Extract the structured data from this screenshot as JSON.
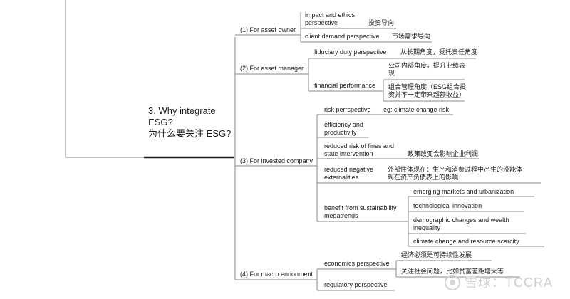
{
  "root": {
    "line1": "3. Why integrate ESG?",
    "line2": "为什么要关注 ESG?"
  },
  "branches": {
    "asset_owner": {
      "label": "(1) For asset owner",
      "impact_ethics": {
        "line1": "impact and ethics",
        "line2": "perspective",
        "note": "投资导向"
      },
      "client_demand": {
        "label": "client demand perspective",
        "note": "市场需求导向"
      }
    },
    "asset_manager": {
      "label": "(2) For asset manager",
      "fiduciary": {
        "label": "fiduciary duty perspective",
        "note": "从长期角度，受托责任角度"
      },
      "financial": {
        "label": "financial performance",
        "note1": {
          "line1": "公司内部角度，提升业绩表",
          "line2": "现"
        },
        "note2": {
          "line1": "组合管理角度（ESG组合投",
          "line2": "资并不一定带来超额收益）"
        }
      }
    },
    "invested_company": {
      "label": "(3) For invested company",
      "risk": {
        "label": "risk perrspective",
        "note": "eg: climate change risk"
      },
      "efficiency": {
        "line1": "efficiency and",
        "line2": "productivity"
      },
      "reduced_fines": {
        "line1": "reduced risk of fines and",
        "line2": "state intervention",
        "note": "政策改变会影响企业利润"
      },
      "externalities": {
        "line1": "reduced negative",
        "line2": "externalities",
        "note1": "外部性体现在：生产和消费过程中产生的没能体",
        "note2": "现在资产负债表上的影响"
      },
      "megatrends": {
        "line1": "benefit from sustainability",
        "line2": "megatrends",
        "items": [
          "emerging markets and urbanization",
          "technological innovation",
          "demographic changes and wealth",
          "inequality",
          "climate change and resource scarcity"
        ]
      }
    },
    "macro": {
      "label": "(4) For macro enrionment",
      "economics": {
        "label": "economics perspective",
        "note1": "经济必须是可持续性发展",
        "note2": "关注社会问题，比如贫富差距增大等"
      },
      "regulatory": {
        "label": "regulatory perspective"
      }
    }
  },
  "watermark": {
    "text": "雪球：TCCRA"
  }
}
